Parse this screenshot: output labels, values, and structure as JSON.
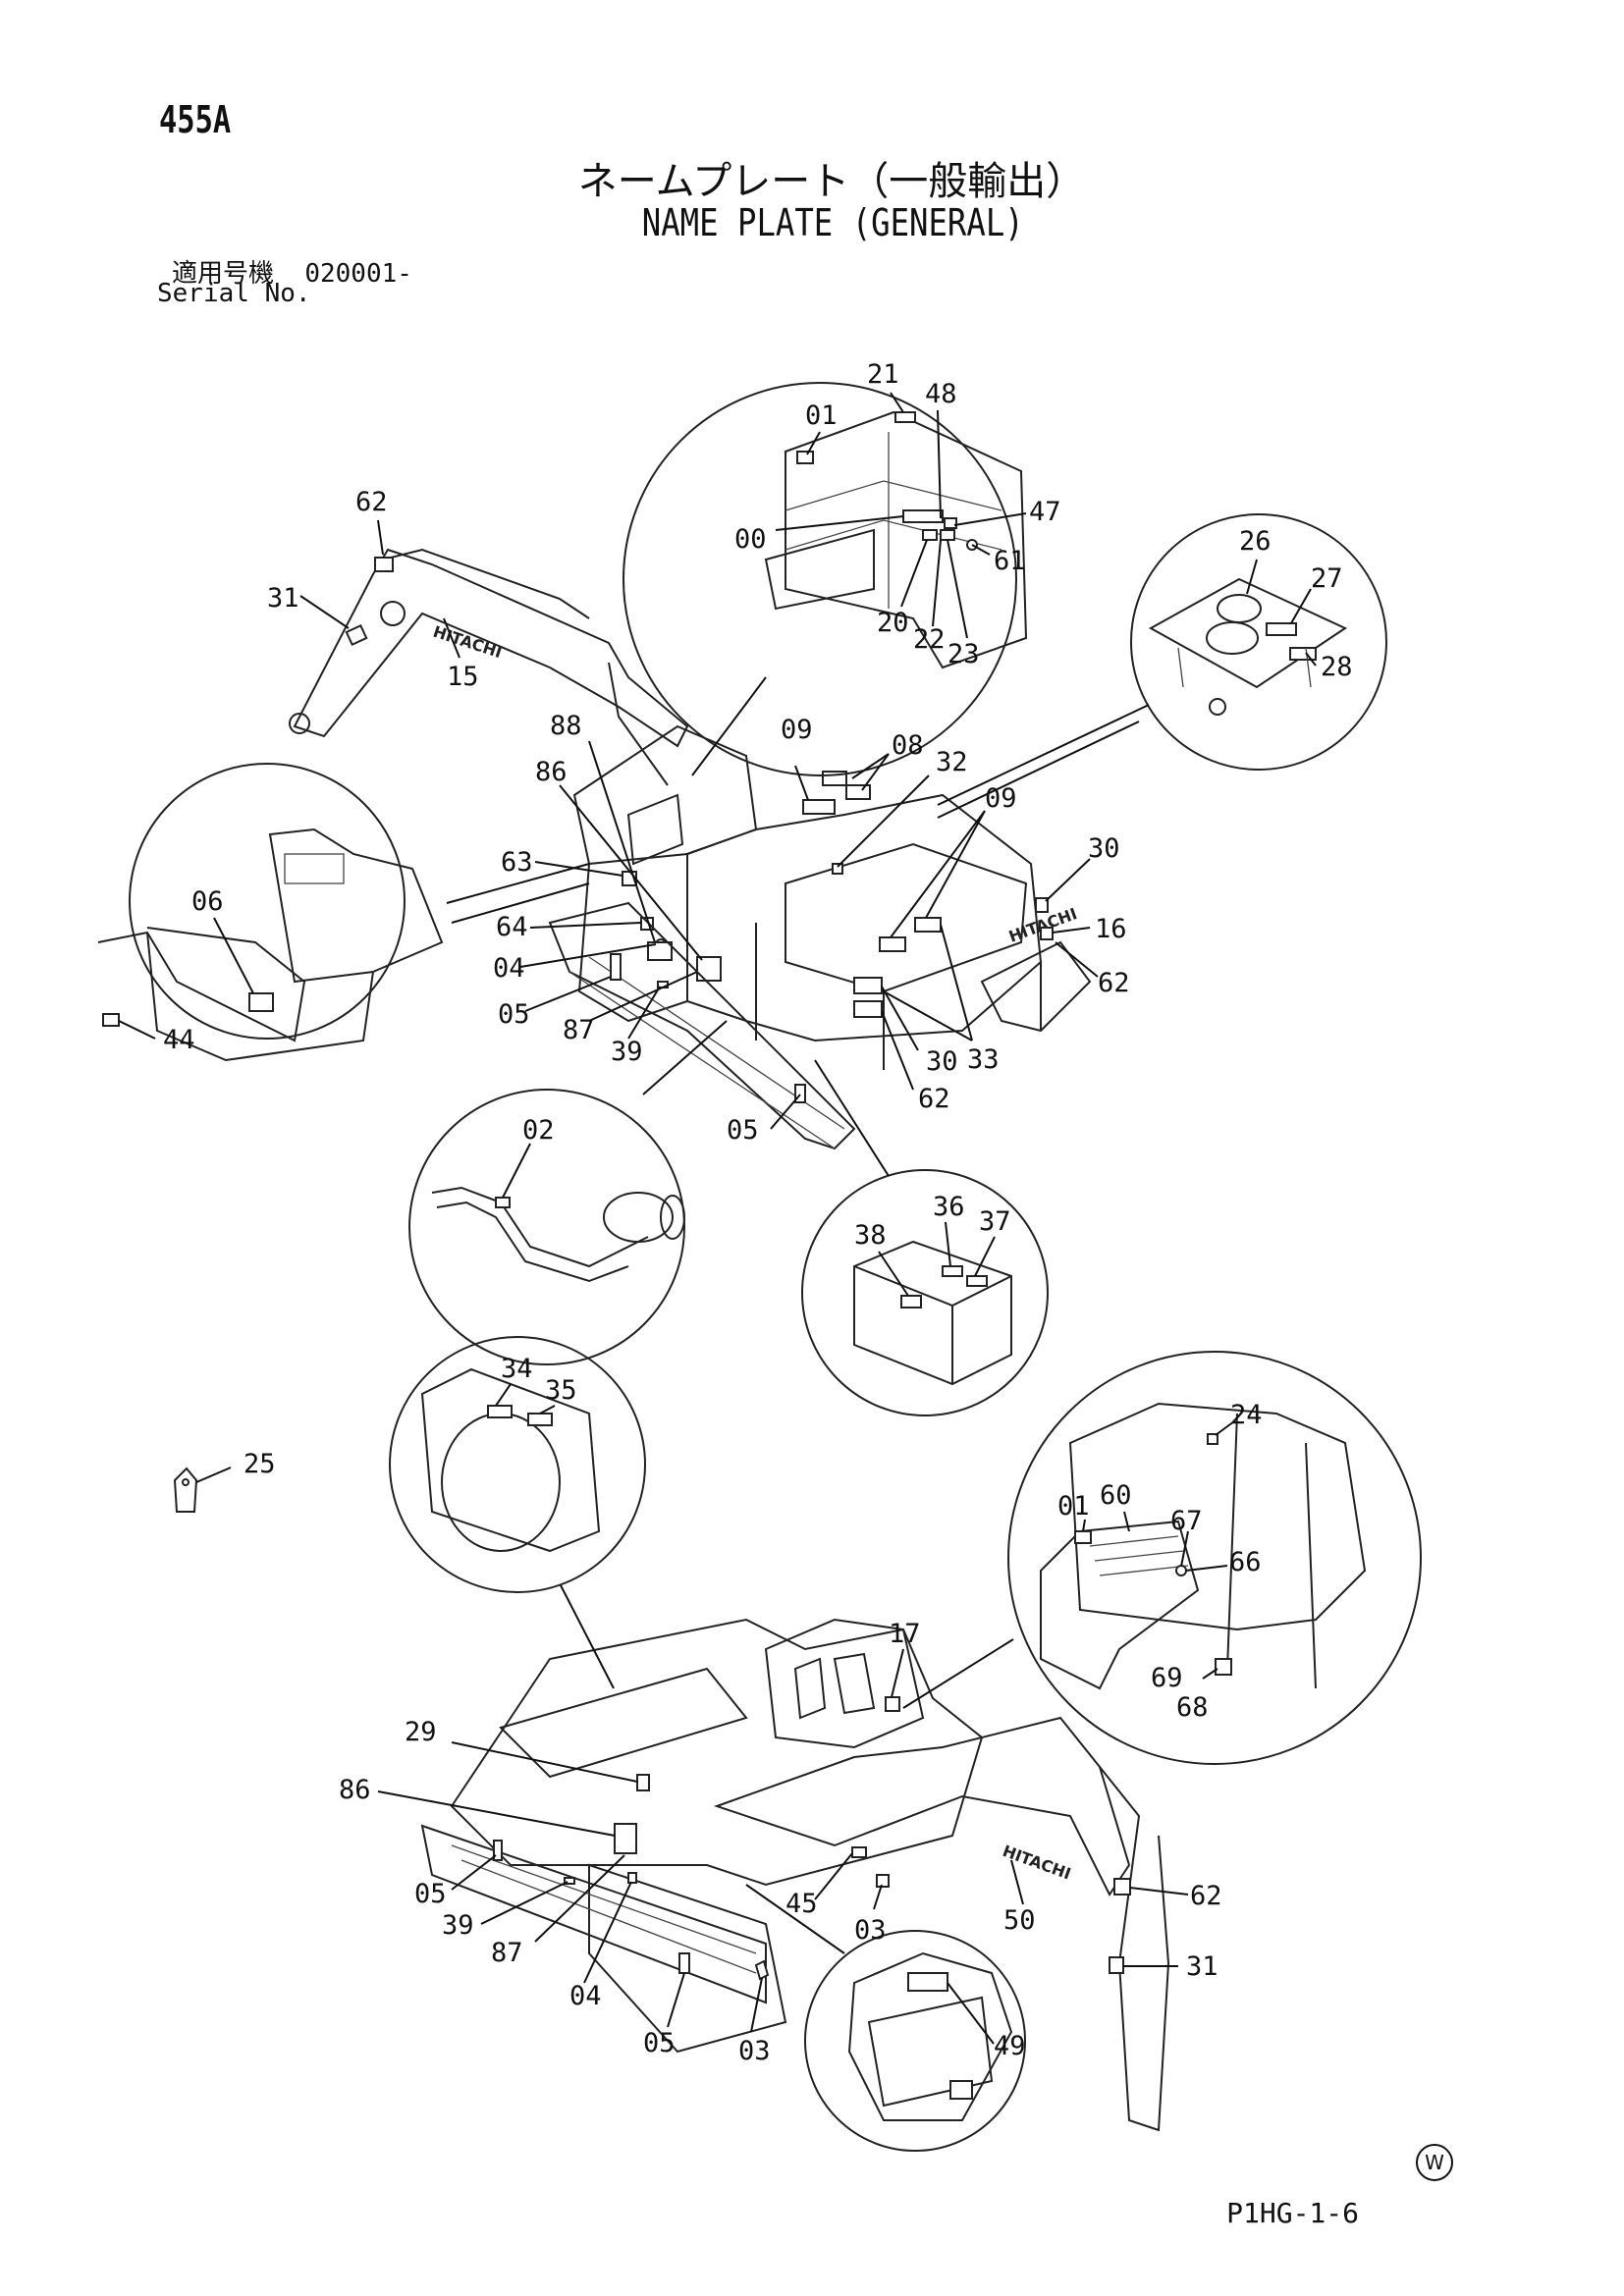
{
  "page_code": "455A",
  "title_jp": "ネームプレート（一般輸出）",
  "title_en": "NAME PLATE (GENERAL)",
  "serial_label_jp": "適用号機",
  "serial_value": "020001-",
  "serial_label_en": "Serial No.",
  "footer_code": "P1HG-1-6",
  "corner_mark": "W",
  "brand_text": "HITACHI",
  "callouts": [
    {
      "id": "c-62a",
      "text": "62"
    },
    {
      "id": "c-31a",
      "text": "31"
    },
    {
      "id": "c-15",
      "text": "15"
    },
    {
      "id": "c-01a",
      "text": "01"
    },
    {
      "id": "c-21",
      "text": "21"
    },
    {
      "id": "c-48",
      "text": "48"
    },
    {
      "id": "c-00",
      "text": "00"
    },
    {
      "id": "c-47",
      "text": "47"
    },
    {
      "id": "c-61",
      "text": "61"
    },
    {
      "id": "c-20",
      "text": "20"
    },
    {
      "id": "c-22",
      "text": "22"
    },
    {
      "id": "c-23",
      "text": "23"
    },
    {
      "id": "c-26",
      "text": "26"
    },
    {
      "id": "c-27",
      "text": "27"
    },
    {
      "id": "c-28",
      "text": "28"
    },
    {
      "id": "c-88",
      "text": "88"
    },
    {
      "id": "c-09a",
      "text": "09"
    },
    {
      "id": "c-08",
      "text": "08"
    },
    {
      "id": "c-86a",
      "text": "86"
    },
    {
      "id": "c-32",
      "text": "32"
    },
    {
      "id": "c-09b",
      "text": "09"
    },
    {
      "id": "c-30a",
      "text": "30"
    },
    {
      "id": "c-16",
      "text": "16"
    },
    {
      "id": "c-62b",
      "text": "62"
    },
    {
      "id": "c-63",
      "text": "63"
    },
    {
      "id": "c-64",
      "text": "64"
    },
    {
      "id": "c-04a",
      "text": "04"
    },
    {
      "id": "c-05a",
      "text": "05"
    },
    {
      "id": "c-87a",
      "text": "87"
    },
    {
      "id": "c-39a",
      "text": "39"
    },
    {
      "id": "c-30b",
      "text": "30"
    },
    {
      "id": "c-33",
      "text": "33"
    },
    {
      "id": "c-62c",
      "text": "62"
    },
    {
      "id": "c-05b",
      "text": "05"
    },
    {
      "id": "c-06",
      "text": "06"
    },
    {
      "id": "c-44",
      "text": "44"
    },
    {
      "id": "c-02",
      "text": "02"
    },
    {
      "id": "c-38",
      "text": "38"
    },
    {
      "id": "c-36",
      "text": "36"
    },
    {
      "id": "c-37",
      "text": "37"
    },
    {
      "id": "c-34",
      "text": "34"
    },
    {
      "id": "c-35",
      "text": "35"
    },
    {
      "id": "c-25",
      "text": "25"
    },
    {
      "id": "c-24",
      "text": "24"
    },
    {
      "id": "c-01b",
      "text": "01"
    },
    {
      "id": "c-60",
      "text": "60"
    },
    {
      "id": "c-67",
      "text": "67"
    },
    {
      "id": "c-66",
      "text": "66"
    },
    {
      "id": "c-69",
      "text": "69"
    },
    {
      "id": "c-68",
      "text": "68"
    },
    {
      "id": "c-17",
      "text": "17"
    },
    {
      "id": "c-29",
      "text": "29"
    },
    {
      "id": "c-86b",
      "text": "86"
    },
    {
      "id": "c-05c",
      "text": "05"
    },
    {
      "id": "c-39b",
      "text": "39"
    },
    {
      "id": "c-87b",
      "text": "87"
    },
    {
      "id": "c-04b",
      "text": "04"
    },
    {
      "id": "c-45",
      "text": "45"
    },
    {
      "id": "c-03a",
      "text": "03"
    },
    {
      "id": "c-50",
      "text": "50"
    },
    {
      "id": "c-62d",
      "text": "62"
    },
    {
      "id": "c-31b",
      "text": "31"
    },
    {
      "id": "c-05d",
      "text": "05"
    },
    {
      "id": "c-03b",
      "text": "03"
    },
    {
      "id": "c-49",
      "text": "49"
    }
  ]
}
